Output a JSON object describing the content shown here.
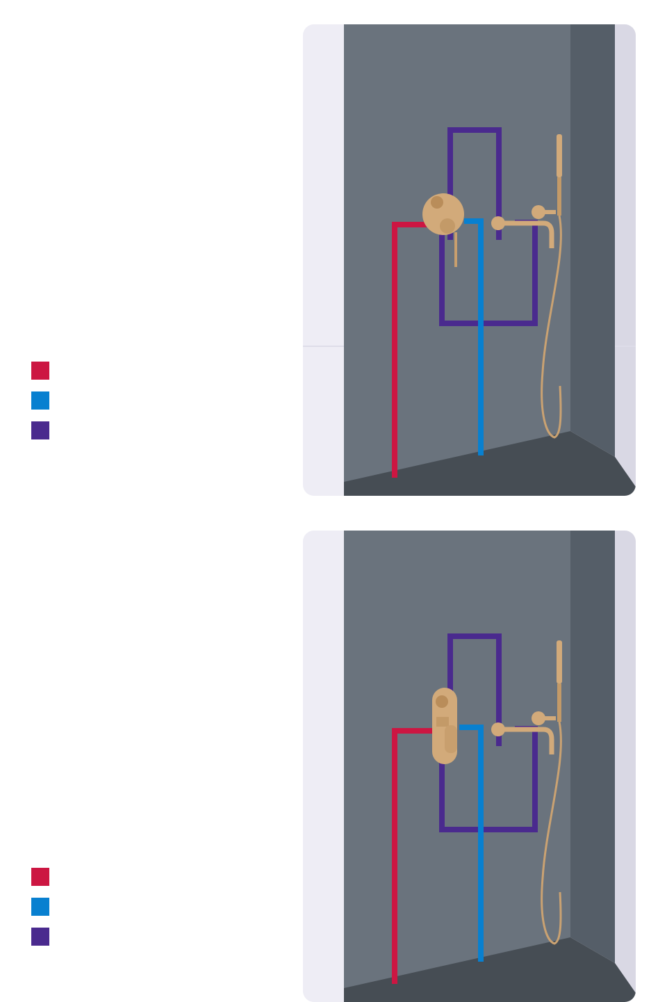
{
  "colors": {
    "hot_water": "#cc1642",
    "cold_water": "#0880d0",
    "mixed_water": "#4a2a8e",
    "wall": "#6a737d",
    "wall_side": "#555e68",
    "floor": "#464d54",
    "brass": "#d2aa7a"
  },
  "sections": [
    {
      "id": "round-mixer",
      "legend": [
        {
          "icon": "hot-water-swatch",
          "color": "#cc1642"
        },
        {
          "icon": "cold-water-swatch",
          "color": "#0880d0"
        },
        {
          "icon": "mixed-water-swatch",
          "color": "#4a2a8e"
        }
      ],
      "valve_style": "round"
    },
    {
      "id": "oval-mixer",
      "legend": [
        {
          "icon": "hot-water-swatch",
          "color": "#cc1642"
        },
        {
          "icon": "cold-water-swatch",
          "color": "#0880d0"
        },
        {
          "icon": "mixed-water-swatch",
          "color": "#4a2a8e"
        }
      ],
      "valve_style": "oval"
    }
  ]
}
